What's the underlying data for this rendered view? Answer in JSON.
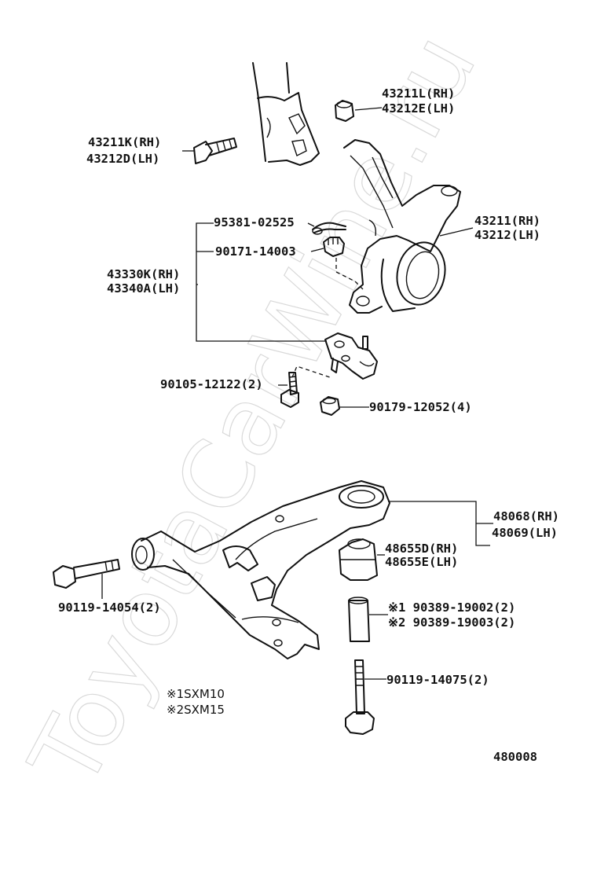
{
  "watermark": "ToyotaCarWine.ru",
  "parts": {
    "strut_nut": [
      "43211L(RH)",
      "43212E(LH)"
    ],
    "strut_bolt": [
      "43211K(RH)",
      "43212D(LH)"
    ],
    "cotter_pin": "95381-02525",
    "castle_nut": "90171-14003",
    "ball_joint": [
      "43330K(RH)",
      "43340A(LH)"
    ],
    "knuckle": [
      "43211(RH)",
      "43212(LH)"
    ],
    "bj_bolt": "90105-12122(2)",
    "bj_nut": "90179-12052(4)",
    "lower_arm": [
      "48068(RH)",
      "48069(LH)"
    ],
    "bushing": [
      "48655D(RH)",
      "48655E(LH)"
    ],
    "arm_bolt": "90119-14054(2)",
    "collar": [
      "※1 90389-19002(2)",
      "※2 90389-19003(2)"
    ],
    "long_bolt": "90119-14075(2)"
  },
  "notes": [
    "※1SXM10",
    "※2SXM15"
  ],
  "figure_code": "480008"
}
